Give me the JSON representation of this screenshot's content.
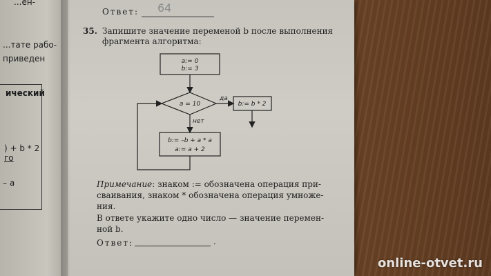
{
  "left_page": {
    "line1": "...ен-",
    "line2": "...тате рабо-",
    "line3": "приведен",
    "line4": "ический",
    "line5": ") + b * 2",
    "line6": "го",
    "line7": "– а"
  },
  "top_answer": {
    "label": "Ответ:",
    "handwritten": "64"
  },
  "question": {
    "number": "35.",
    "line1": "Запишите значение переменой b после выполнения",
    "line2": "фрагмента алгоритма:"
  },
  "flowchart": {
    "init_line1": "a:= 0",
    "init_line2": "b:= 3",
    "condition": "a = 10",
    "yes_label": "да",
    "no_label": "нет",
    "yes_action": "b:= b * 2",
    "loop_line1": "b:= –b + a * a",
    "loop_line2": "a:= a + 2"
  },
  "note": {
    "label": "Примечание",
    "line1_rest": ": знаком := обозначена операция при-",
    "line2": "сваивания, знаком * обозначена операция умноже-",
    "line3": "ния.",
    "line4": "В ответе укажите одно число — значение перемен-",
    "line5": "ной b."
  },
  "bottom_answer": {
    "label": "Ответ:",
    "dot": "."
  },
  "watermark": "online-otvet.ru"
}
